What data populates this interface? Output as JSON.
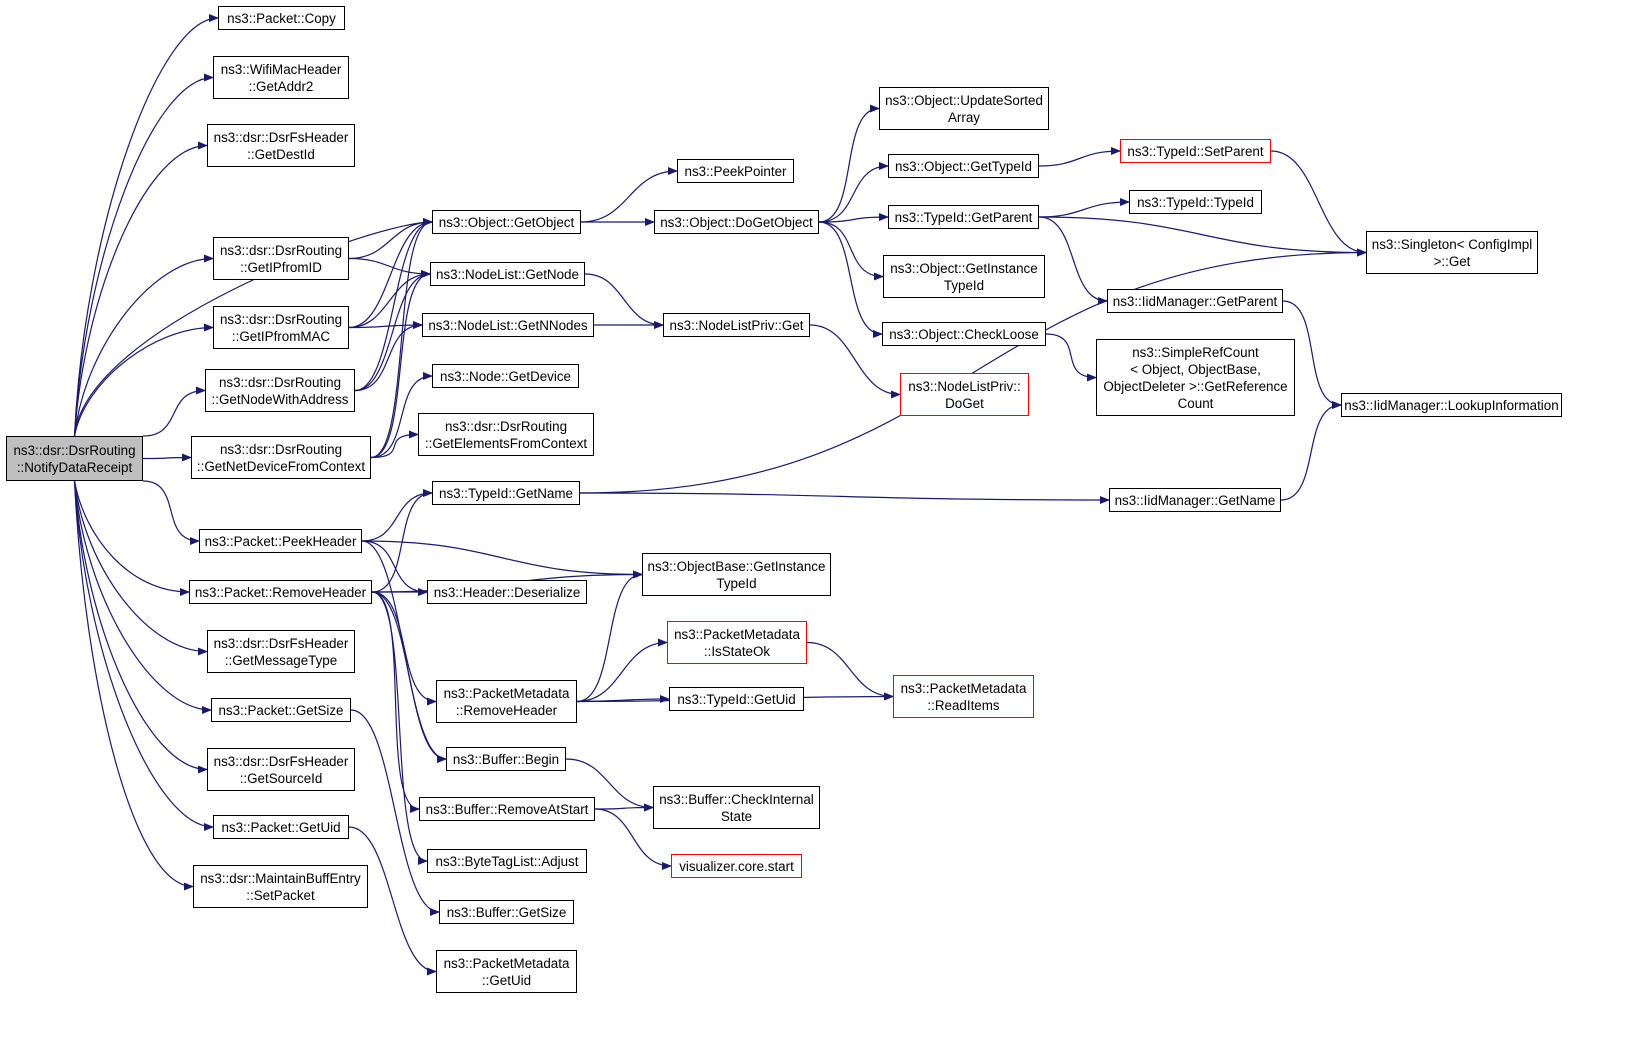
{
  "colors": {
    "edge": "#191970",
    "box_border": "#000000",
    "truncated_border": "#ff0000",
    "root_fill": "#bfbfbf"
  },
  "nodes": [
    {
      "id": "root",
      "lines": [
        "ns3::dsr::DsrRouting",
        "::NotifyDataReceipt"
      ],
      "kind": "root"
    },
    {
      "id": "packet_copy",
      "lines": [
        "ns3::Packet::Copy"
      ]
    },
    {
      "id": "wifi_getaddr2",
      "lines": [
        "ns3::WifiMacHeader",
        "::GetAddr2"
      ]
    },
    {
      "id": "fs_getdestid",
      "lines": [
        "ns3::dsr::DsrFsHeader",
        "::GetDestId"
      ]
    },
    {
      "id": "getipfromid",
      "lines": [
        "ns3::dsr::DsrRouting",
        "::GetIPfromID"
      ]
    },
    {
      "id": "getipfrommac",
      "lines": [
        "ns3::dsr::DsrRouting",
        "::GetIPfromMAC"
      ]
    },
    {
      "id": "getnodewithaddress",
      "lines": [
        "ns3::dsr::DsrRouting",
        "::GetNodeWithAddress"
      ]
    },
    {
      "id": "getnetdevicefromcontext",
      "lines": [
        "ns3::dsr::DsrRouting",
        "::GetNetDeviceFromContext"
      ]
    },
    {
      "id": "packet_peekheader",
      "lines": [
        "ns3::Packet::PeekHeader"
      ]
    },
    {
      "id": "packet_removeheader",
      "lines": [
        "ns3::Packet::RemoveHeader"
      ]
    },
    {
      "id": "fs_getmessagetype",
      "lines": [
        "ns3::dsr::DsrFsHeader",
        "::GetMessageType"
      ]
    },
    {
      "id": "packet_getsize",
      "lines": [
        "ns3::Packet::GetSize"
      ]
    },
    {
      "id": "fs_getsourceid",
      "lines": [
        "ns3::dsr::DsrFsHeader",
        "::GetSourceId"
      ]
    },
    {
      "id": "packet_getuid",
      "lines": [
        "ns3::Packet::GetUid"
      ]
    },
    {
      "id": "maintainbuff_setpacket",
      "lines": [
        "ns3::dsr::MaintainBuffEntry",
        "::SetPacket"
      ]
    },
    {
      "id": "object_getobject",
      "lines": [
        "ns3::Object::GetObject"
      ]
    },
    {
      "id": "nodelist_getnode",
      "lines": [
        "ns3::NodeList::GetNode"
      ]
    },
    {
      "id": "nodelist_getnnodes",
      "lines": [
        "ns3::NodeList::GetNNodes"
      ]
    },
    {
      "id": "node_getdevice",
      "lines": [
        "ns3::Node::GetDevice"
      ]
    },
    {
      "id": "getelementsfromcontext",
      "lines": [
        "ns3::dsr::DsrRouting",
        "::GetElementsFromContext"
      ]
    },
    {
      "id": "typeid_getname",
      "lines": [
        "ns3::TypeId::GetName"
      ]
    },
    {
      "id": "header_deserialize",
      "lines": [
        "ns3::Header::Deserialize"
      ]
    },
    {
      "id": "pm_removeheader",
      "lines": [
        "ns3::PacketMetadata",
        "::RemoveHeader"
      ]
    },
    {
      "id": "buffer_begin",
      "lines": [
        "ns3::Buffer::Begin"
      ]
    },
    {
      "id": "buffer_removeatstart",
      "lines": [
        "ns3::Buffer::RemoveAtStart"
      ]
    },
    {
      "id": "bytetaglist_adjust",
      "lines": [
        "ns3::ByteTagList::Adjust"
      ]
    },
    {
      "id": "buffer_getsize",
      "lines": [
        "ns3::Buffer::GetSize"
      ]
    },
    {
      "id": "pm_getuid",
      "lines": [
        "ns3::PacketMetadata",
        "::GetUid"
      ]
    },
    {
      "id": "peekpointer",
      "lines": [
        "ns3::PeekPointer"
      ]
    },
    {
      "id": "object_dogetobject",
      "lines": [
        "ns3::Object::DoGetObject"
      ]
    },
    {
      "id": "nodelistpriv_get",
      "lines": [
        "ns3::NodeListPriv::Get"
      ]
    },
    {
      "id": "objectbase_getinstancetypeid",
      "lines": [
        "ns3::ObjectBase::GetInstance",
        "TypeId"
      ]
    },
    {
      "id": "pm_isstateok",
      "lines": [
        "ns3::PacketMetadata",
        "::IsStateOk"
      ],
      "kind": "red"
    },
    {
      "id": "typeid_getuid",
      "lines": [
        "ns3::TypeId::GetUid"
      ]
    },
    {
      "id": "buffer_checkinternalstate",
      "lines": [
        "ns3::Buffer::CheckInternal",
        "State"
      ]
    },
    {
      "id": "visualizer_core_start",
      "lines": [
        "visualizer.core.start"
      ],
      "kind": "red"
    },
    {
      "id": "object_updatesortedarray",
      "lines": [
        "ns3::Object::UpdateSorted",
        "Array"
      ]
    },
    {
      "id": "object_gettypeid",
      "lines": [
        "ns3::Object::GetTypeId"
      ]
    },
    {
      "id": "typeid_getparent",
      "lines": [
        "ns3::TypeId::GetParent"
      ]
    },
    {
      "id": "object_getinstancetypeid",
      "lines": [
        "ns3::Object::GetInstance",
        "TypeId"
      ]
    },
    {
      "id": "object_checkloose",
      "lines": [
        "ns3::Object::CheckLoose"
      ]
    },
    {
      "id": "nodelistpriv_doget",
      "lines": [
        "ns3::NodeListPriv::",
        "DoGet"
      ],
      "kind": "red"
    },
    {
      "id": "pm_readitems",
      "lines": [
        "ns3::PacketMetadata",
        "::ReadItems"
      ],
      "kind": "red"
    },
    {
      "id": "typeid_setparent",
      "lines": [
        "ns3::TypeId::SetParent"
      ],
      "kind": "red"
    },
    {
      "id": "typeid_typeid",
      "lines": [
        "ns3::TypeId::TypeId"
      ]
    },
    {
      "id": "iidmanager_getparent",
      "lines": [
        "ns3::IidManager::GetParent"
      ]
    },
    {
      "id": "simplerefcount_getreferencecount",
      "lines": [
        "ns3::SimpleRefCount",
        "< Object, ObjectBase,",
        "ObjectDeleter >::GetReference",
        "Count"
      ]
    },
    {
      "id": "iidmanager_getname",
      "lines": [
        "ns3::IidManager::GetName"
      ]
    },
    {
      "id": "singleton_get",
      "lines": [
        "ns3::Singleton< ConfigImpl",
        " >::Get"
      ]
    },
    {
      "id": "iidmanager_lookupinformation",
      "lines": [
        "ns3::IidManager::LookupInformation"
      ]
    }
  ],
  "edges": [
    [
      "root",
      "packet_copy"
    ],
    [
      "root",
      "wifi_getaddr2"
    ],
    [
      "root",
      "fs_getdestid"
    ],
    [
      "root",
      "object_getobject"
    ],
    [
      "root",
      "getipfromid"
    ],
    [
      "root",
      "getipfrommac"
    ],
    [
      "root",
      "getnodewithaddress"
    ],
    [
      "root",
      "getnetdevicefromcontext"
    ],
    [
      "root",
      "packet_peekheader"
    ],
    [
      "root",
      "packet_removeheader"
    ],
    [
      "root",
      "fs_getmessagetype"
    ],
    [
      "root",
      "packet_getsize"
    ],
    [
      "root",
      "fs_getsourceid"
    ],
    [
      "root",
      "packet_getuid"
    ],
    [
      "root",
      "maintainbuff_setpacket"
    ],
    [
      "getipfromid",
      "object_getobject"
    ],
    [
      "getipfromid",
      "nodelist_getnode"
    ],
    [
      "getipfrommac",
      "object_getobject"
    ],
    [
      "getipfrommac",
      "nodelist_getnode"
    ],
    [
      "getipfrommac",
      "nodelist_getnnodes"
    ],
    [
      "getnodewithaddress",
      "object_getobject"
    ],
    [
      "getnodewithaddress",
      "nodelist_getnode"
    ],
    [
      "getnodewithaddress",
      "nodelist_getnnodes"
    ],
    [
      "getnetdevicefromcontext",
      "object_getobject"
    ],
    [
      "getnetdevicefromcontext",
      "nodelist_getnode"
    ],
    [
      "getnetdevicefromcontext",
      "node_getdevice"
    ],
    [
      "getnetdevicefromcontext",
      "getelementsfromcontext"
    ],
    [
      "object_getobject",
      "peekpointer"
    ],
    [
      "object_getobject",
      "object_dogetobject"
    ],
    [
      "nodelist_getnode",
      "nodelistpriv_get"
    ],
    [
      "nodelist_getnnodes",
      "nodelistpriv_get"
    ],
    [
      "nodelistpriv_get",
      "nodelistpriv_doget"
    ],
    [
      "object_dogetobject",
      "object_updatesortedarray"
    ],
    [
      "object_dogetobject",
      "object_gettypeid"
    ],
    [
      "object_dogetobject",
      "typeid_getparent"
    ],
    [
      "object_dogetobject",
      "object_getinstancetypeid"
    ],
    [
      "object_dogetobject",
      "object_checkloose"
    ],
    [
      "object_gettypeid",
      "typeid_setparent"
    ],
    [
      "typeid_setparent",
      "singleton_get"
    ],
    [
      "typeid_getparent",
      "typeid_typeid"
    ],
    [
      "typeid_getparent",
      "singleton_get"
    ],
    [
      "typeid_getparent",
      "iidmanager_getparent"
    ],
    [
      "iidmanager_getparent",
      "iidmanager_lookupinformation"
    ],
    [
      "object_checkloose",
      "simplerefcount_getreferencecount"
    ],
    [
      "packet_peekheader",
      "typeid_getname"
    ],
    [
      "packet_peekheader",
      "objectbase_getinstancetypeid"
    ],
    [
      "packet_peekheader",
      "header_deserialize"
    ],
    [
      "packet_peekheader",
      "buffer_begin"
    ],
    [
      "packet_removeheader",
      "typeid_getname"
    ],
    [
      "packet_removeheader",
      "header_deserialize"
    ],
    [
      "packet_removeheader",
      "objectbase_getinstancetypeid"
    ],
    [
      "packet_removeheader",
      "pm_removeheader"
    ],
    [
      "packet_removeheader",
      "buffer_begin"
    ],
    [
      "packet_removeheader",
      "buffer_removeatstart"
    ],
    [
      "packet_removeheader",
      "bytetaglist_adjust"
    ],
    [
      "typeid_getname",
      "singleton_get"
    ],
    [
      "typeid_getname",
      "iidmanager_getname"
    ],
    [
      "iidmanager_getname",
      "iidmanager_lookupinformation"
    ],
    [
      "pm_removeheader",
      "objectbase_getinstancetypeid"
    ],
    [
      "pm_removeheader",
      "pm_isstateok"
    ],
    [
      "pm_removeheader",
      "typeid_getuid"
    ],
    [
      "pm_removeheader",
      "pm_readitems"
    ],
    [
      "pm_isstateok",
      "pm_readitems"
    ],
    [
      "buffer_begin",
      "buffer_checkinternalstate"
    ],
    [
      "buffer_removeatstart",
      "buffer_checkinternalstate"
    ],
    [
      "buffer_removeatstart",
      "visualizer_core_start"
    ],
    [
      "packet_getsize",
      "buffer_getsize"
    ],
    [
      "packet_getuid",
      "pm_getuid"
    ]
  ]
}
